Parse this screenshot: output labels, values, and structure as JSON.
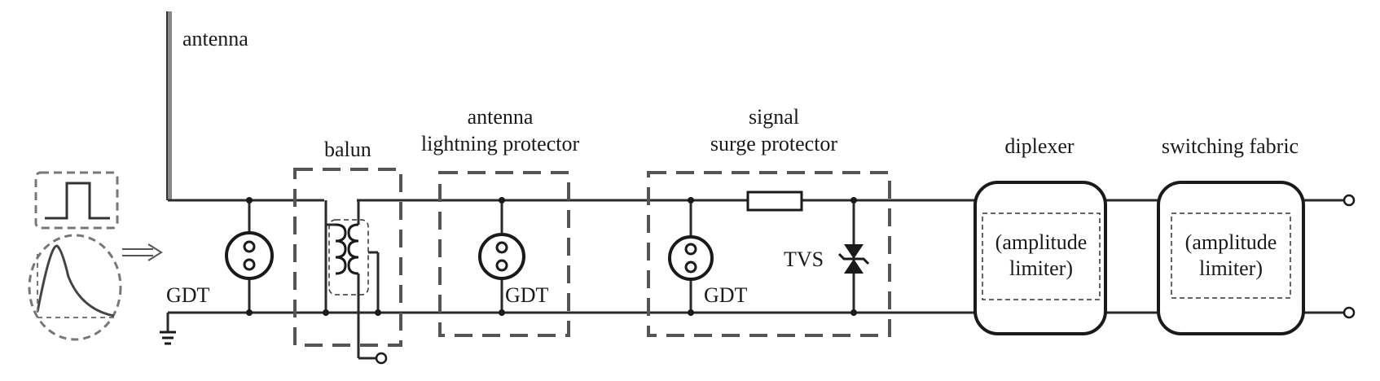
{
  "labels": {
    "antenna": "antenna",
    "balun": "balun",
    "antenna_protector_line1": "antenna",
    "antenna_protector_line2": "lightning protector",
    "signal_protector_line1": "signal",
    "signal_protector_line2": "surge protector",
    "diplexer": "diplexer",
    "switching_fabric": "switching fabric",
    "gdt_1": "GDT",
    "gdt_2": "GDT",
    "gdt_3": "GDT",
    "tvs": "TVS",
    "limiter_1_line1": "(amplitude",
    "limiter_1_line2": "limiter)",
    "limiter_2_line1": "(amplitude",
    "limiter_2_line2": "limiter)"
  },
  "colors": {
    "line": "#1a1a1a",
    "dashed_box": "#555555"
  }
}
